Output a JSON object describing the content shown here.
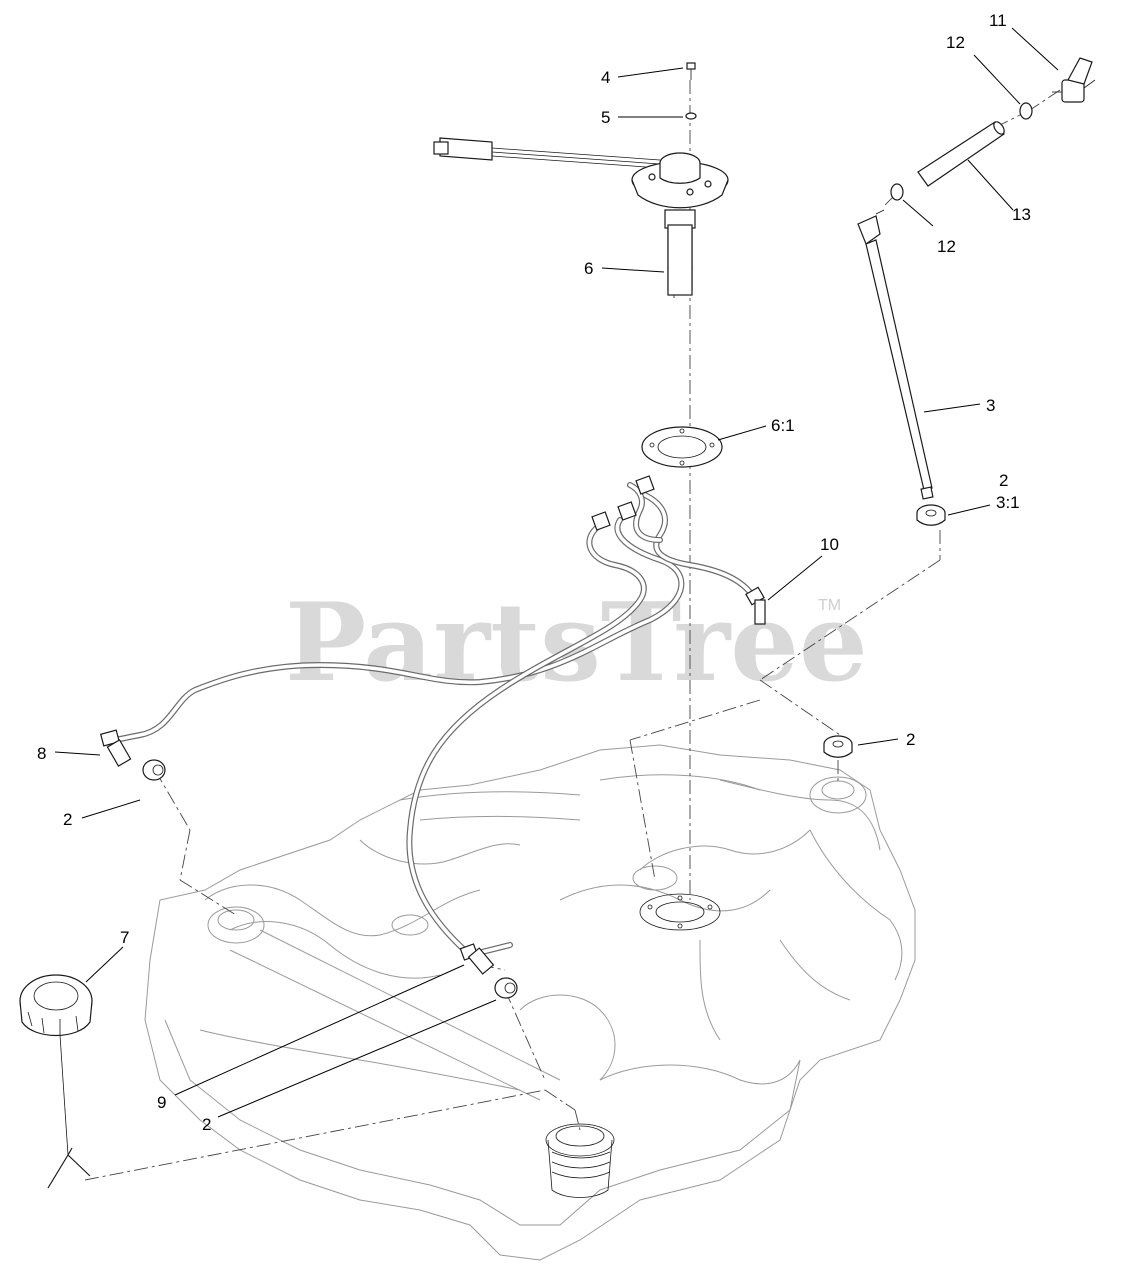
{
  "watermark": {
    "text": "PartsTree",
    "trademark": "TM"
  },
  "callouts": [
    {
      "id": "c4",
      "label": "4"
    },
    {
      "id": "c5",
      "label": "5"
    },
    {
      "id": "c6",
      "label": "6"
    },
    {
      "id": "c6-1",
      "label": "6:1"
    },
    {
      "id": "c11",
      "label": "11"
    },
    {
      "id": "c12-top",
      "label": "12"
    },
    {
      "id": "c12-bottom",
      "label": "12"
    },
    {
      "id": "c13",
      "label": "13"
    },
    {
      "id": "c3",
      "label": "3"
    },
    {
      "id": "c2-a",
      "label": "2"
    },
    {
      "id": "c3-1",
      "label": "3:1"
    },
    {
      "id": "c10",
      "label": "10"
    },
    {
      "id": "c2-b",
      "label": "2"
    },
    {
      "id": "c8",
      "label": "8"
    },
    {
      "id": "c2-c",
      "label": "2"
    },
    {
      "id": "c7",
      "label": "7"
    },
    {
      "id": "c9",
      "label": "9"
    },
    {
      "id": "c2-d",
      "label": "2"
    }
  ],
  "colors": {
    "watermark": "#d9d9d9",
    "line": "#1a1a1a",
    "tank_outline": "#9a9a9a"
  }
}
